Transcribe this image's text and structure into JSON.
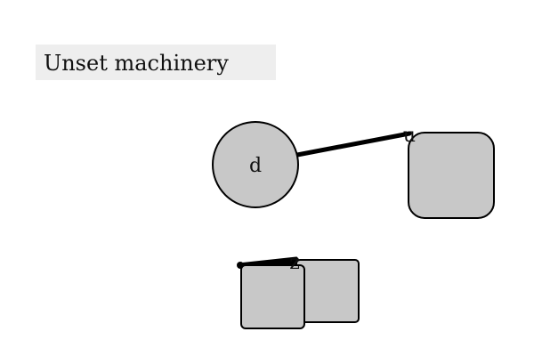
{
  "title": "Unset machinery",
  "colors": {
    "node_fill": "#c8c8c8",
    "stroke": "#000000",
    "title_background": "#eeeeee"
  },
  "diagram": {
    "nodes": [
      {
        "id": "circle",
        "shape": "circle",
        "label": "d"
      },
      {
        "id": "box-right",
        "shape": "rounded-rect",
        "label": ""
      },
      {
        "id": "box-back",
        "shape": "rounded-rect",
        "label": ""
      },
      {
        "id": "box-front",
        "shape": "rounded-rect",
        "label": ""
      }
    ],
    "edges": [
      {
        "from": "circle",
        "to": "box-right",
        "label": "u"
      },
      {
        "from": "box-front",
        "to": "box-back",
        "label": "z"
      }
    ]
  }
}
